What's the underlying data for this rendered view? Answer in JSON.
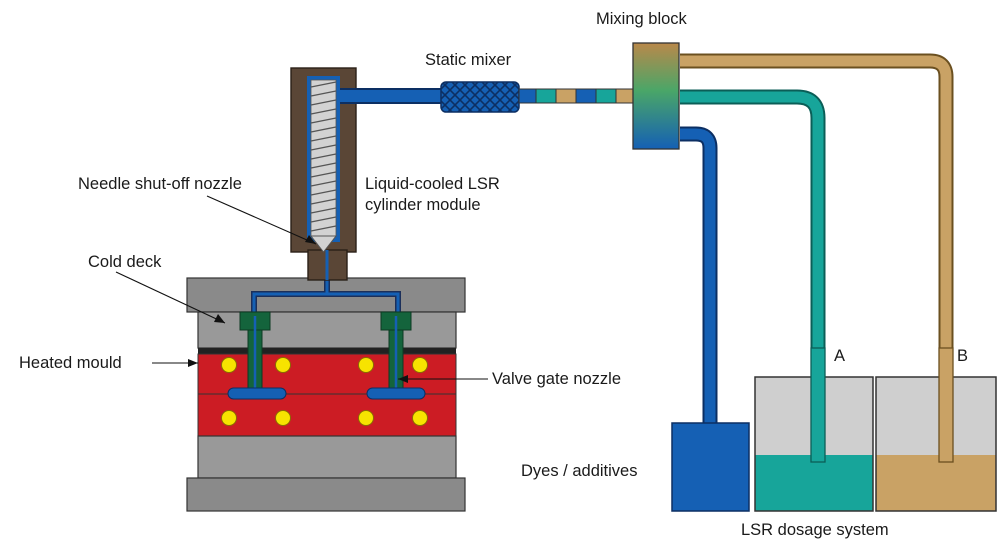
{
  "labels": {
    "mixing_block": "Mixing block",
    "static_mixer": "Static mixer",
    "needle_nozzle": "Needle shut-off nozzle",
    "cylinder_line1": "Liquid-cooled LSR",
    "cylinder_line2": "cylinder module",
    "cold_deck": "Cold deck",
    "heated_mould": "Heated mould",
    "valve_gate": "Valve gate nozzle",
    "dyes": "Dyes / additives",
    "tank_a": "A",
    "tank_b": "B",
    "dosage_system": "LSR dosage system"
  },
  "colors": {
    "material_blue": "#1560b4",
    "component_a_teal": "#17a59a",
    "component_b_tan": "#c9a265",
    "mould_red": "#cc1c24",
    "heater_yellow": "#f7e300",
    "plate_grey": "#8c8c8c",
    "cylinder_brown": "#5a4636",
    "nozzle_green": "#14643c"
  }
}
